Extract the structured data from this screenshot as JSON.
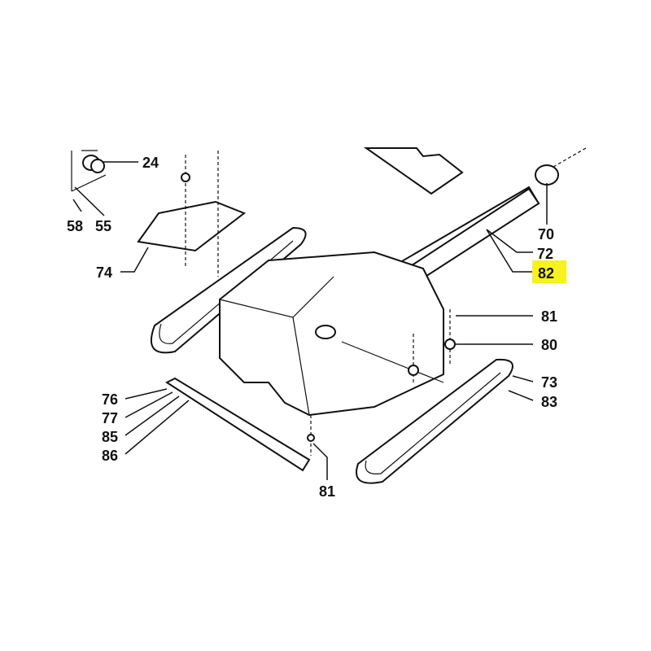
{
  "diagram": {
    "type": "exploded parts diagram",
    "highlight_color": "#f7f21e",
    "callouts": [
      {
        "id": "c24",
        "label": "24"
      },
      {
        "id": "c58",
        "label": "58"
      },
      {
        "id": "c55",
        "label": "55"
      },
      {
        "id": "c74",
        "label": "74"
      },
      {
        "id": "c70",
        "label": "70"
      },
      {
        "id": "c72",
        "label": "72"
      },
      {
        "id": "c82",
        "label": "82",
        "highlighted": true
      },
      {
        "id": "c81a",
        "label": "81"
      },
      {
        "id": "c80",
        "label": "80"
      },
      {
        "id": "c73",
        "label": "73"
      },
      {
        "id": "c83",
        "label": "83"
      },
      {
        "id": "c76",
        "label": "76"
      },
      {
        "id": "c77",
        "label": "77"
      },
      {
        "id": "c85",
        "label": "85"
      },
      {
        "id": "c86",
        "label": "86"
      },
      {
        "id": "c81b",
        "label": "81"
      }
    ]
  }
}
